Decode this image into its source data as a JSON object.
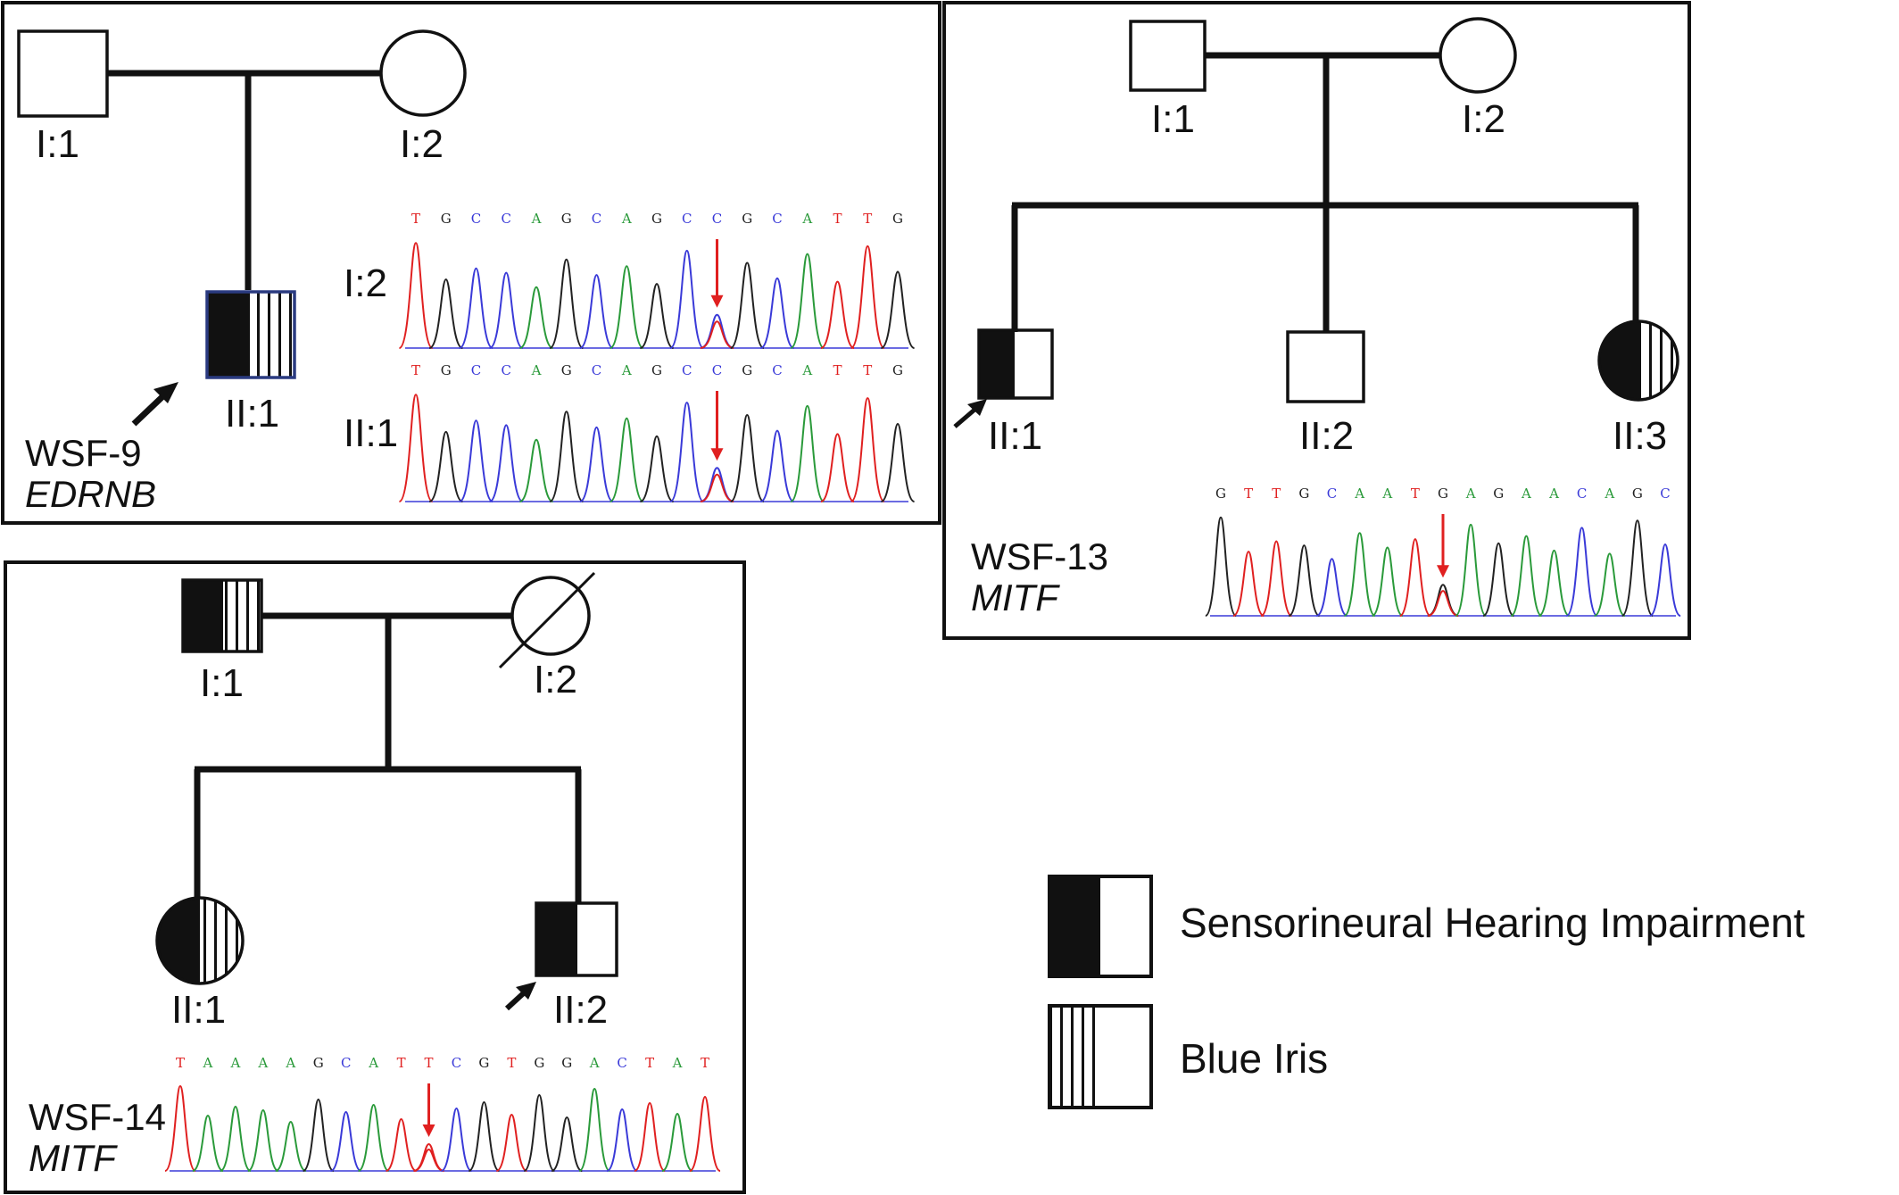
{
  "colors": {
    "black": "#111111",
    "red": "#e02020",
    "A": "#2a9a3a",
    "C": "#3a3ad8",
    "G": "#222222",
    "T": "#e02020"
  },
  "legend": {
    "hearing": "Sensorineural Hearing Impairment",
    "iris": "Blue Iris"
  },
  "families": {
    "wsf9": {
      "id": "WSF-9",
      "gene": "EDRNB",
      "labels": {
        "i1": "I:1",
        "i2": "I:2",
        "ii1": "II:1"
      },
      "traces": [
        {
          "label": "I:2",
          "sequence": "TGCCAGCAGCCGCATTG",
          "arrow_index": 10
        },
        {
          "label": "II:1",
          "sequence": "TGCCAGCAGCCGCATTG",
          "arrow_index": 10
        }
      ]
    },
    "wsf13": {
      "id": "WSF-13",
      "gene": "MITF",
      "labels": {
        "i1": "I:1",
        "i2": "I:2",
        "ii1": "II:1",
        "ii2": "II:2",
        "ii3": "II:3"
      },
      "traces": [
        {
          "label": "",
          "sequence": "GTTGCAATGAGAACAGC",
          "arrow_index": 8
        }
      ]
    },
    "wsf14": {
      "id": "WSF-14",
      "gene": "MITF",
      "labels": {
        "i1": "I:1",
        "i2": "I:2",
        "ii1": "II:1",
        "ii2": "II:2"
      },
      "traces": [
        {
          "label": "",
          "sequence": "TAAAAGCATTCGTGGACTAT",
          "arrow_index": 9
        }
      ]
    }
  }
}
